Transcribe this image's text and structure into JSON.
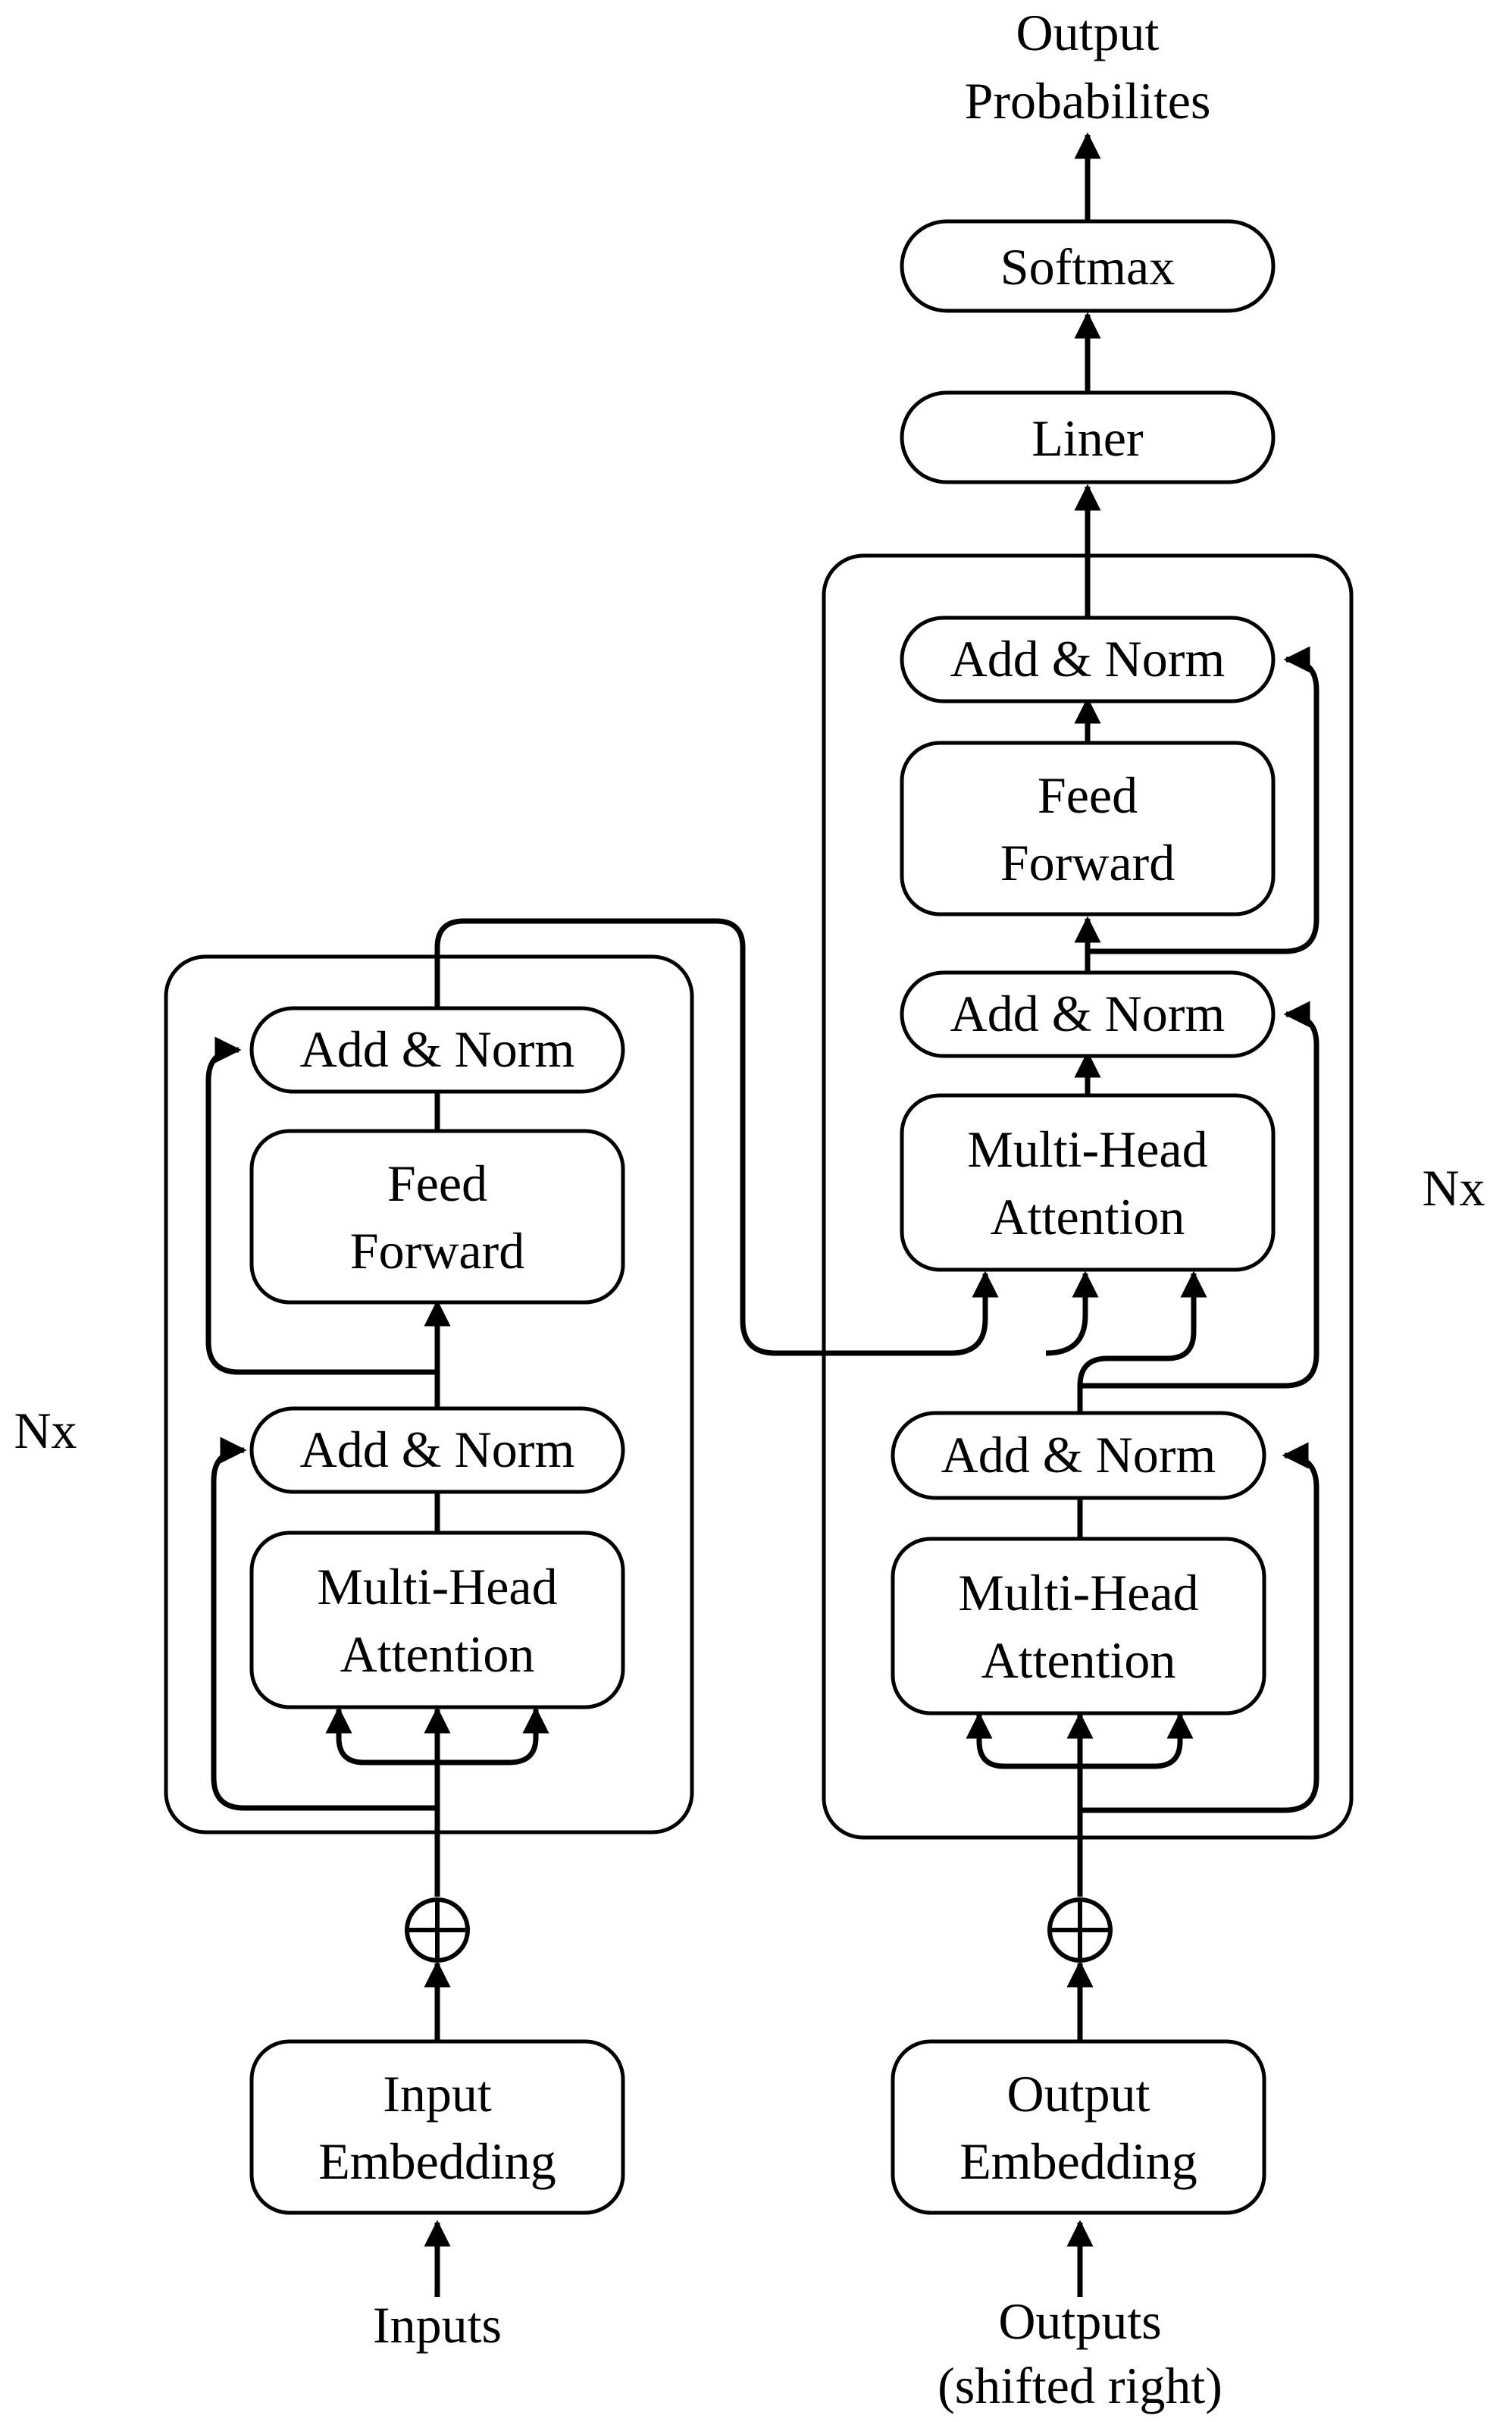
{
  "encoder": {
    "repeat_label": "Nx",
    "add_norm_top": "Add & Norm",
    "feed_forward": [
      "Feed",
      "Forward"
    ],
    "add_norm_bottom": "Add & Norm",
    "attention": [
      "Multi-Head",
      "Attention"
    ],
    "embedding": [
      "Input",
      "Embedding"
    ],
    "input_label": "Inputs"
  },
  "decoder": {
    "repeat_label": "Nx",
    "output_label": [
      "Output",
      "Probabilites"
    ],
    "softmax": "Softmax",
    "linear": "Liner",
    "add_norm_top": "Add & Norm",
    "feed_forward": [
      "Feed",
      "Forward"
    ],
    "add_norm_middle": "Add & Norm",
    "cross_attention": [
      "Multi-Head",
      "Attention"
    ],
    "add_norm_bottom": "Add & Norm",
    "self_attention": [
      "Multi-Head",
      "Attention"
    ],
    "embedding": [
      "Output",
      "Embedding"
    ],
    "input_label": [
      "Outputs",
      "(shifted right)"
    ]
  },
  "symbols": {
    "positional_encoding": "circled-plus-icon"
  }
}
